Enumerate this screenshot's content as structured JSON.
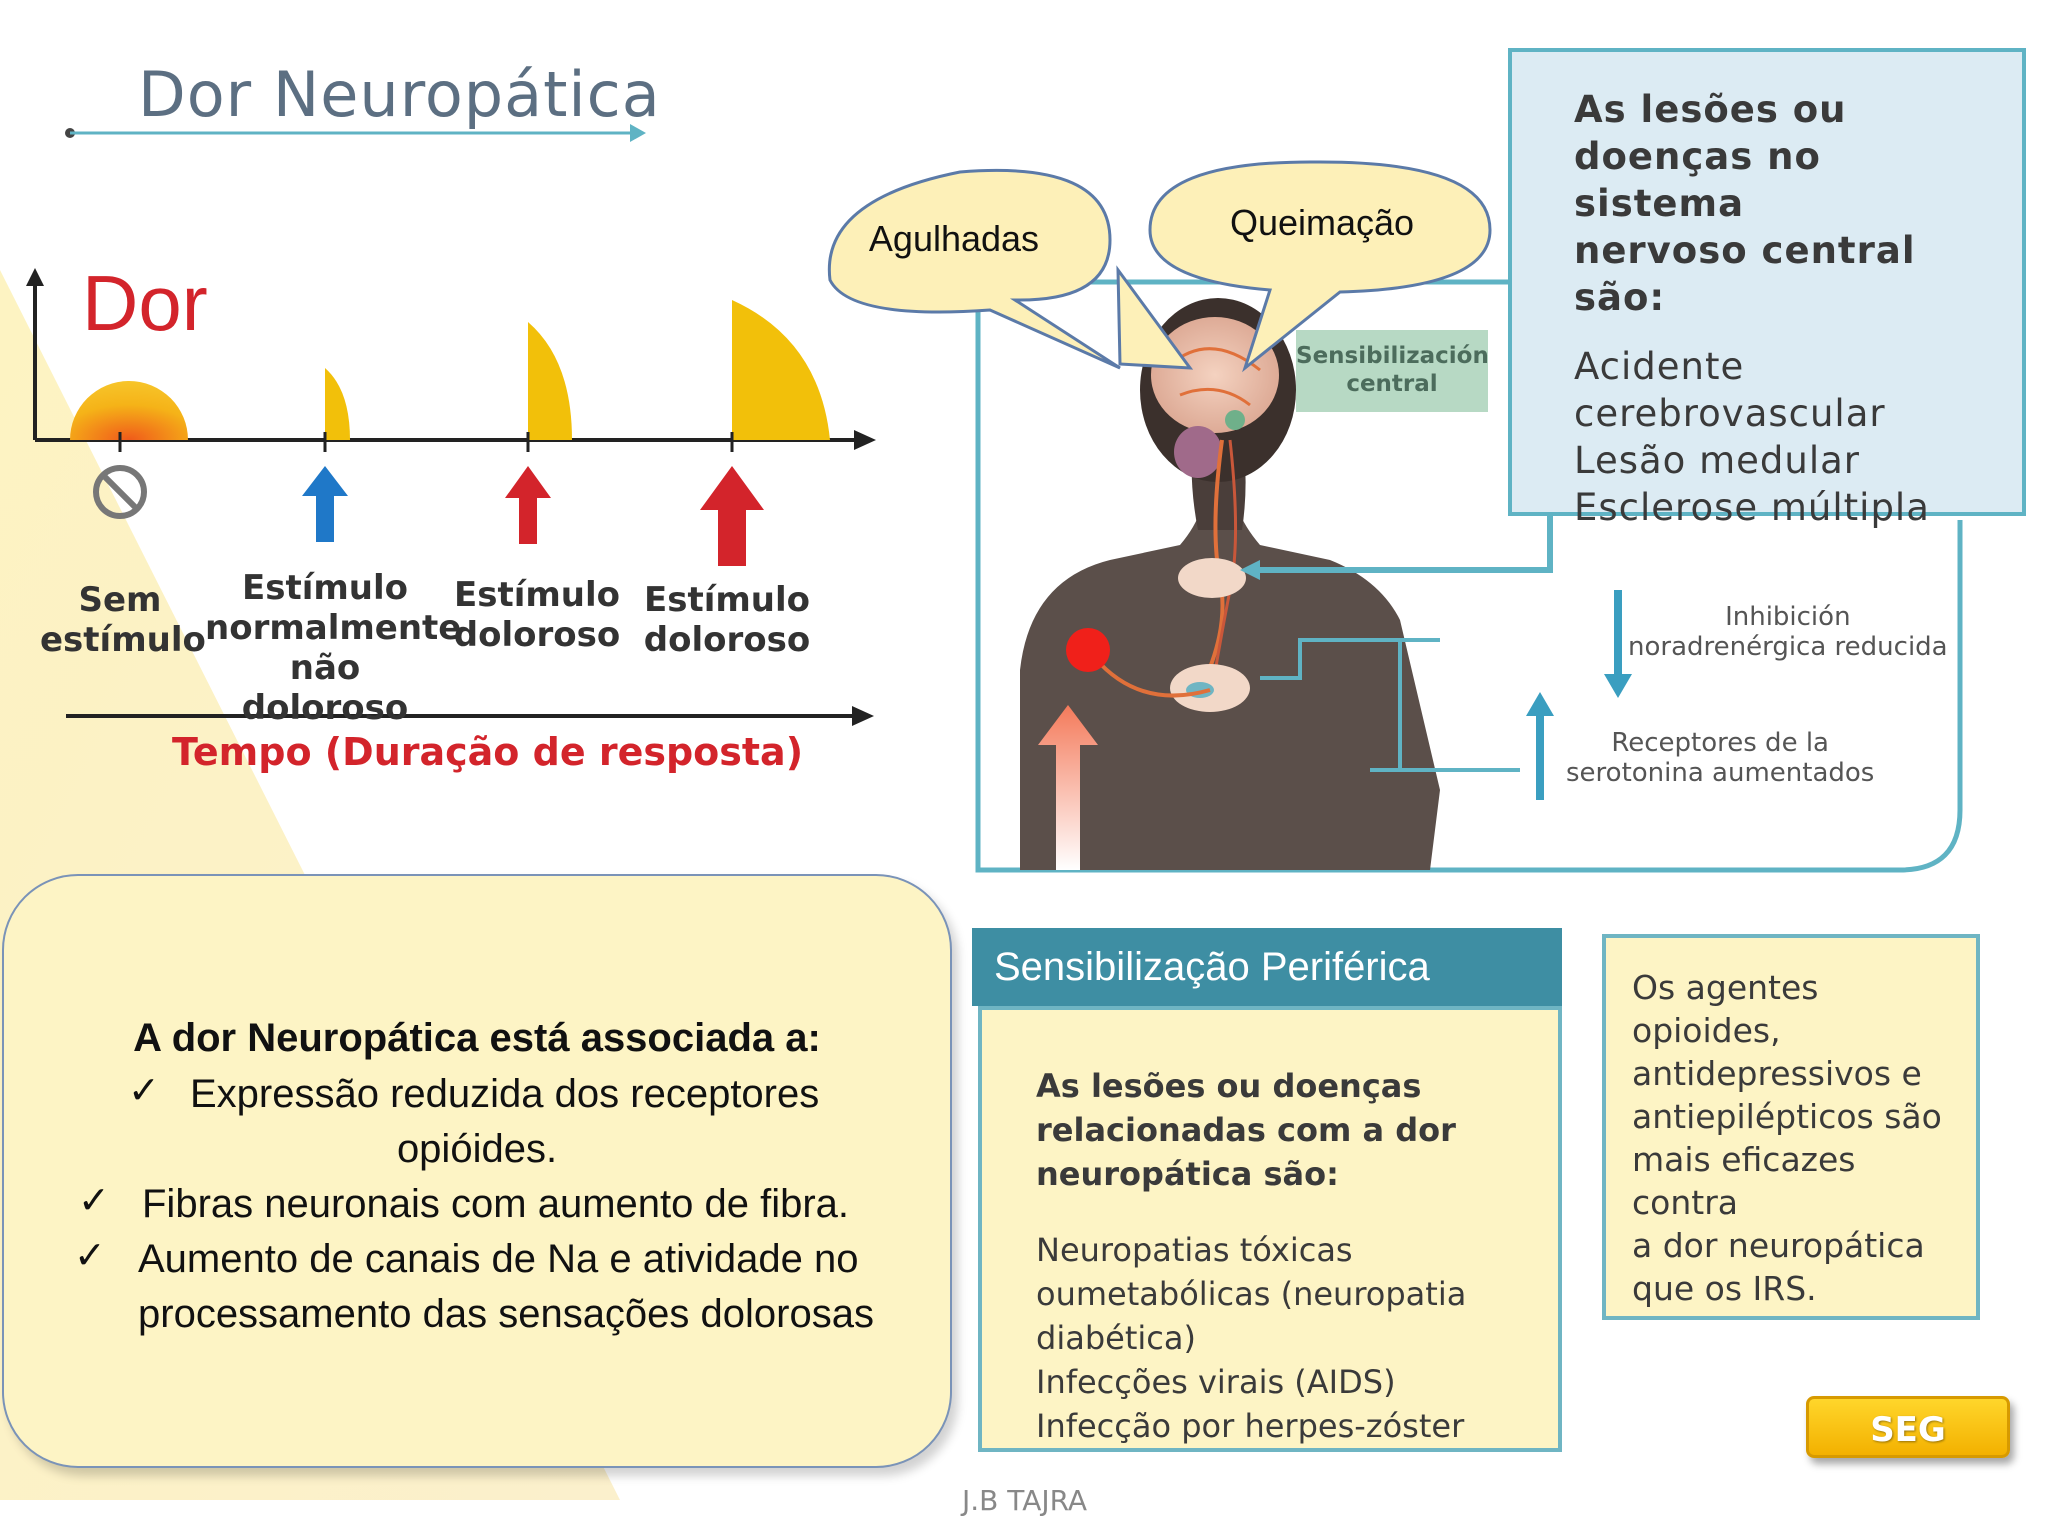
{
  "title": "Dor Neuropática",
  "chart": {
    "y_label": "Dor",
    "x_label": "Tempo (Duração de resposta)",
    "stimuli": [
      {
        "lines": [
          "Sem",
          "estímulo"
        ]
      },
      {
        "lines": [
          "Estímulo",
          "normalmente",
          "não doloroso"
        ]
      },
      {
        "lines": [
          "Estímulo",
          "doloroso"
        ]
      },
      {
        "lines": [
          "Estímulo",
          "doloroso"
        ]
      }
    ]
  },
  "bubbles": {
    "left": "Agulhadas",
    "right": "Queimação"
  },
  "diagram": {
    "central_label": [
      "Sensibilización",
      "central"
    ],
    "inhibition_label": [
      "Inhibición",
      "noradrenérgica reducida"
    ],
    "receptors_label": [
      "Receptores de la",
      "serotonina aumentados"
    ]
  },
  "central_box": {
    "heading": [
      "As lesões ou",
      "doenças no sistema",
      "nervoso central são:"
    ],
    "items": [
      "Acidente",
      "cerebrovascular",
      "Lesão medular",
      "Esclerose múltipla"
    ]
  },
  "associated": {
    "heading": "A dor Neuropática está associada a:",
    "items": [
      [
        "Expressão reduzida dos receptores",
        "opióides."
      ],
      [
        "Fibras neuronais com aumento de fibra."
      ],
      [
        "Aumento de canais de Na e atividade no",
        "processamento das sensações dolorosas"
      ]
    ]
  },
  "peripheral": {
    "header": "Sensibilização Periférica",
    "heading": [
      "As lesões ou doenças",
      "relacionadas com a dor",
      "neuropática são:"
    ],
    "items": [
      "Neuropatias tóxicas",
      "oumetabólicas (neuropatia",
      "diabética)",
      "Infecções virais (AIDS)",
      "Infecção por herpes-zóster"
    ]
  },
  "agents": {
    "lines": [
      "Os agentes",
      "opioides,",
      "antidepressivos e",
      "antiepilépticos são",
      "mais eficazes contra",
      "a dor neuropática",
      "que os IRS."
    ]
  },
  "seg_button": "SEG",
  "author": "J.B TAJRA",
  "colors": {
    "accent_red": "#d3242b",
    "teal": "#3e8ea3",
    "pale_yellow": "#fdf4c5",
    "pale_blue": "#dcebf3",
    "blue_arrow": "#1f78c8",
    "gold": "#f2c00a"
  }
}
